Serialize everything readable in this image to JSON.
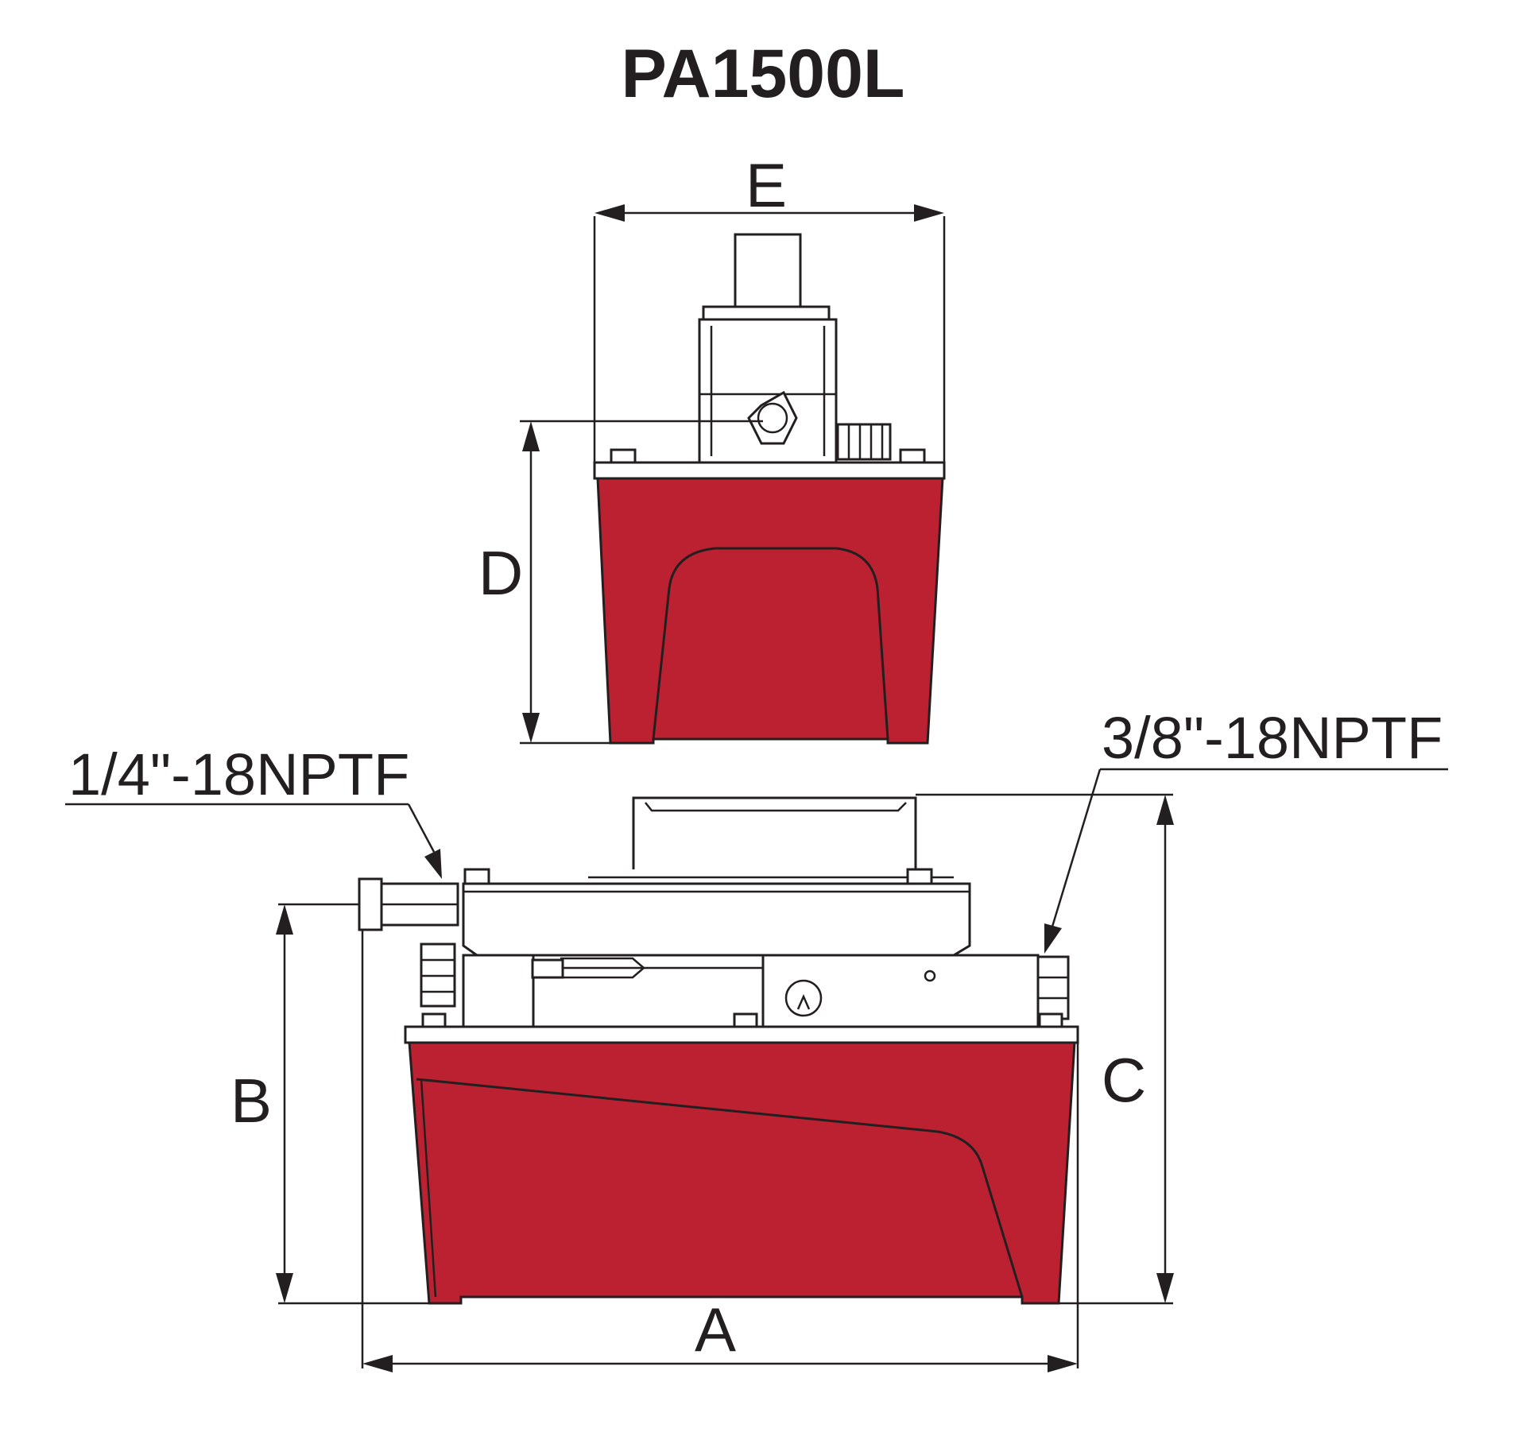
{
  "title": "PA1500L",
  "colors": {
    "body": "#bb2130",
    "line": "#231f20",
    "background": "#ffffff"
  },
  "dimensions": {
    "a": "A",
    "b": "B",
    "c": "C",
    "d": "D",
    "e": "E"
  },
  "ports": {
    "left": "1/4\"-18NPTF",
    "right": "3/8\"-18NPTF"
  }
}
